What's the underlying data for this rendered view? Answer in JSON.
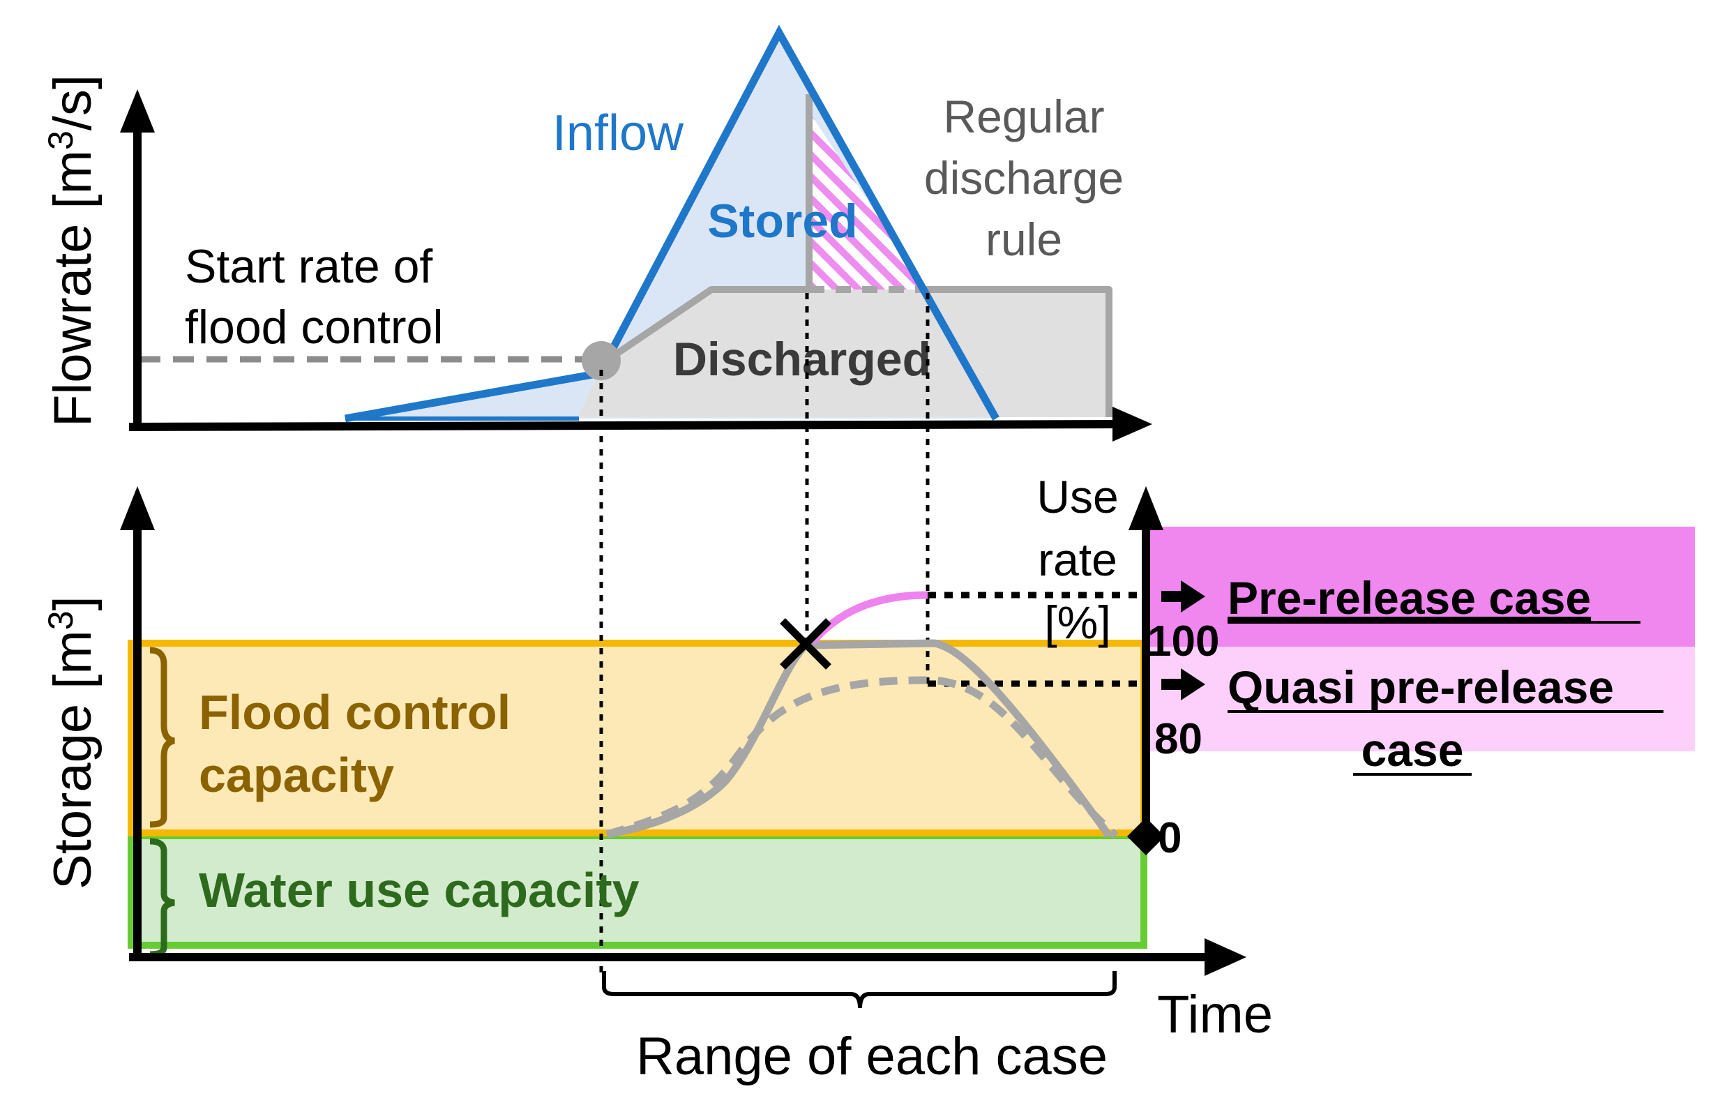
{
  "axes": {
    "flowrate_label": "Flowrate [m",
    "flowrate_sup": "3",
    "flowrate_tail": "/s]",
    "storage_label": "Storage [m",
    "storage_sup": "3",
    "storage_tail": "]",
    "time_label": "Time",
    "use_rate_line1": "Use",
    "use_rate_line2": "rate",
    "use_rate_line3": "[%]",
    "tick_100": "100",
    "tick_80": "80",
    "tick_0": "0"
  },
  "upper_panel": {
    "inflow": "Inflow",
    "stored": "Stored",
    "discharged": "Discharged",
    "regular_line1": "Regular",
    "regular_line2": "discharge",
    "regular_line3": "rule",
    "start_line1": "Start rate of",
    "start_line2": "flood control"
  },
  "lower_panel": {
    "flood_line1": "Flood control",
    "flood_line2": "capacity",
    "water_use": "Water use capacity",
    "range": "Range of each case"
  },
  "cases": {
    "pre_release": "Pre-release case",
    "quasi_line1": "Quasi pre-release",
    "quasi_line2": "case"
  },
  "colors": {
    "inflow_blue": "#1f77c9",
    "stored_fill": "#dae6f6",
    "discharge_gray": "#a6a6a6",
    "discharge_fill": "#e0e0e0",
    "flood_fill": "#fde9b6",
    "flood_border": "#f5b800",
    "flood_text": "#8a6300",
    "water_fill": "#d3ebcd",
    "water_border": "#66cc33",
    "water_text": "#2e6a1e",
    "pre_release_fill": "#ef87ef",
    "quasi_fill": "#fdd0fc",
    "pink_line": "#ee82ee"
  }
}
